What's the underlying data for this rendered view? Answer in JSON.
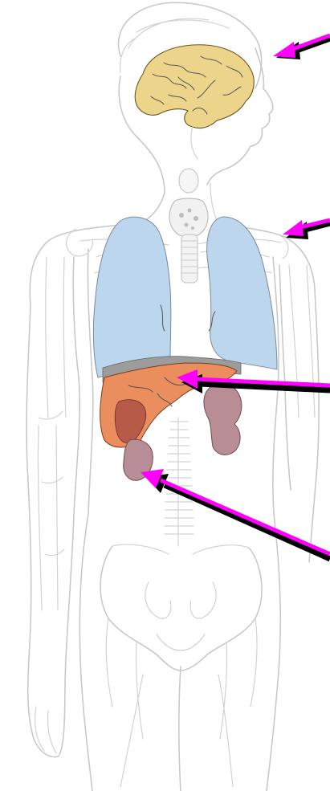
{
  "colors": {
    "brain": "#ecd58a",
    "lungs": "#bcd6ee",
    "liver": "#e98e5c",
    "liver_dark": "#b85a48",
    "kidney": "#b98d95",
    "diaphragm": "#9c9c9c",
    "arrow_shaft": "#ff00ff",
    "arrow_head": "#000000",
    "body_outline": "#c9c9c9"
  },
  "arrows": [
    {
      "target": "brain"
    },
    {
      "target": "lungs"
    },
    {
      "target": "liver"
    },
    {
      "target": "kidney"
    }
  ]
}
